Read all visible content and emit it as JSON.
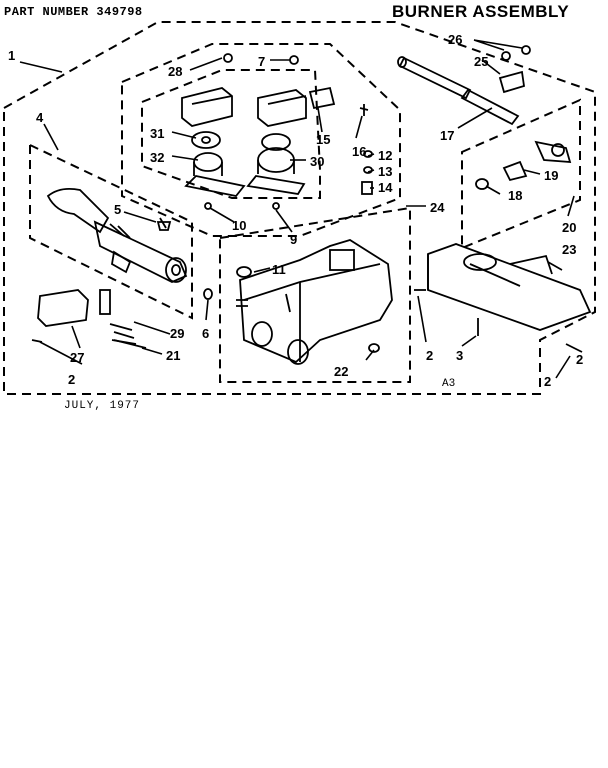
{
  "header": {
    "part_number": "PART NUMBER 349798",
    "title": "BURNER ASSEMBLY",
    "date": "JULY, 1977",
    "section_code": "A3"
  },
  "callouts": [
    "1",
    "2",
    "2",
    "2",
    "2",
    "3",
    "4",
    "5",
    "6",
    "7",
    "9",
    "10",
    "11",
    "12",
    "13",
    "14",
    "15",
    "16",
    "17",
    "18",
    "19",
    "20",
    "21",
    "22",
    "23",
    "24",
    "25",
    "26",
    "27",
    "28",
    "29",
    "30",
    "31",
    "32"
  ]
}
